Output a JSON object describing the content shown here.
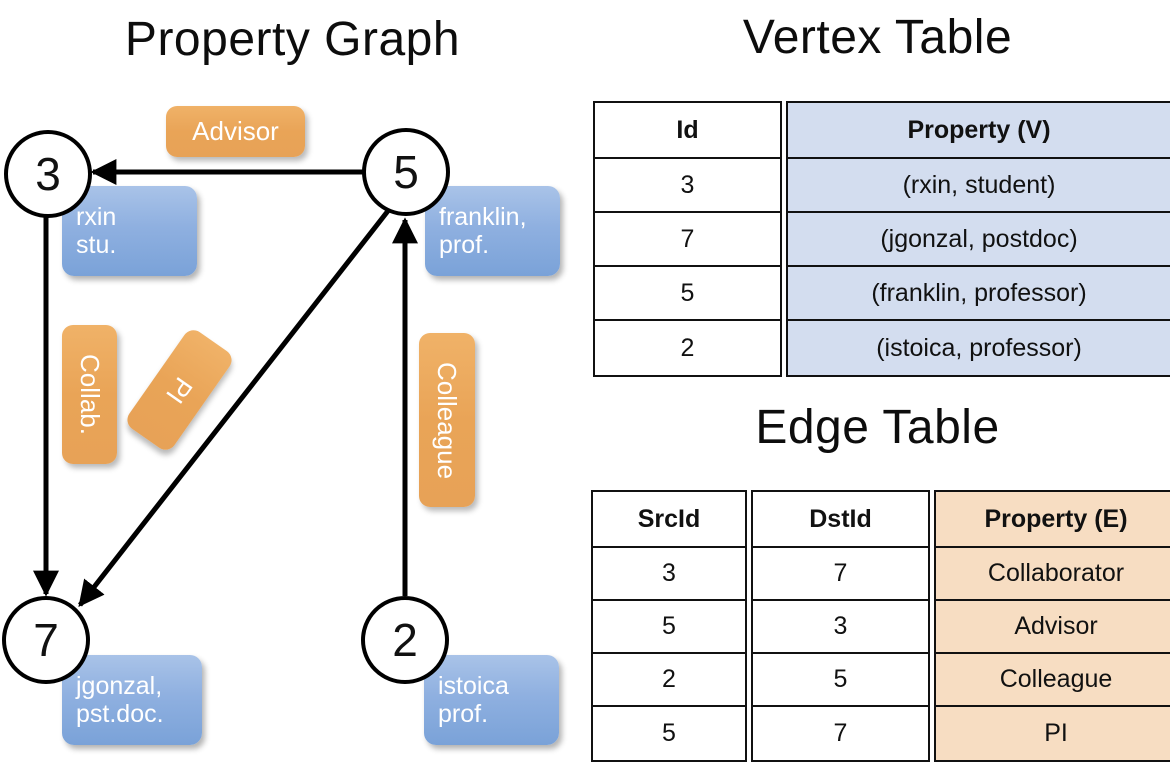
{
  "titles": {
    "property_graph": "Property Graph",
    "vertex_table": "Vertex Table",
    "edge_table": "Edge Table"
  },
  "graph": {
    "nodes": [
      {
        "id": "3",
        "label": "3",
        "prop_line1": "rxin",
        "prop_line2": "stu."
      },
      {
        "id": "5",
        "label": "5",
        "prop_line1": "franklin,",
        "prop_line2": "prof."
      },
      {
        "id": "7",
        "label": "7",
        "prop_line1": "jgonzal,",
        "prop_line2": "pst.doc."
      },
      {
        "id": "2",
        "label": "2",
        "prop_line1": "istoica",
        "prop_line2": "prof."
      }
    ],
    "edge_labels": [
      {
        "id": "advisor",
        "text": "Advisor"
      },
      {
        "id": "collab",
        "text": "Collab."
      },
      {
        "id": "pi",
        "text": "PI"
      },
      {
        "id": "colleague",
        "text": "Colleague"
      }
    ],
    "edges": [
      {
        "src": "5",
        "dst": "3",
        "label": "Advisor"
      },
      {
        "src": "3",
        "dst": "7",
        "label": "Collab."
      },
      {
        "src": "5",
        "dst": "7",
        "label": "PI"
      },
      {
        "src": "2",
        "dst": "5",
        "label": "Colleague"
      }
    ],
    "colors": {
      "vertex_box": "#8fb0e0",
      "edge_box": "#e9a457",
      "stroke": "#000000"
    }
  },
  "vertex_table": {
    "headers": [
      "Id",
      "Property (V)"
    ],
    "rows": [
      {
        "id": "3",
        "property": "(rxin, student)"
      },
      {
        "id": "7",
        "property": "(jgonzal, postdoc)"
      },
      {
        "id": "5",
        "property": "(franklin, professor)"
      },
      {
        "id": "2",
        "property": "(istoica, professor)"
      }
    ],
    "property_column_color": "#d3ddef"
  },
  "edge_table": {
    "headers": [
      "SrcId",
      "DstId",
      "Property (E)"
    ],
    "rows": [
      {
        "src": "3",
        "dst": "7",
        "property": "Collaborator"
      },
      {
        "src": "5",
        "dst": "3",
        "property": "Advisor"
      },
      {
        "src": "2",
        "dst": "5",
        "property": "Colleague"
      },
      {
        "src": "5",
        "dst": "7",
        "property": "PI"
      }
    ],
    "property_column_color": "#f7ddc2"
  }
}
